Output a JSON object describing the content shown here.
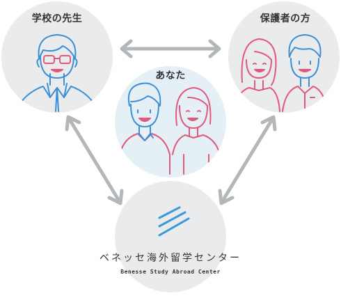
{
  "nodes": {
    "teacher": {
      "label": "学校の先生"
    },
    "parents": {
      "label": "保護者の方"
    },
    "you": {
      "label": "あなた"
    },
    "center": {
      "label_jp": "ベネッセ海外留学センター",
      "label_en": "Benesse Study Abroad Center"
    }
  },
  "colors": {
    "circle": "#e9ebec",
    "circle_you": "#e4f0f5",
    "arrow": "#b3b7ba",
    "blue": "#3a8fd8",
    "pink": "#e2577c",
    "logo": "#3a9ad9"
  },
  "edges": [
    {
      "from": "teacher",
      "to": "parents",
      "direction": "both"
    },
    {
      "from": "teacher",
      "to": "center",
      "direction": "both"
    },
    {
      "from": "parents",
      "to": "center",
      "direction": "both"
    }
  ]
}
